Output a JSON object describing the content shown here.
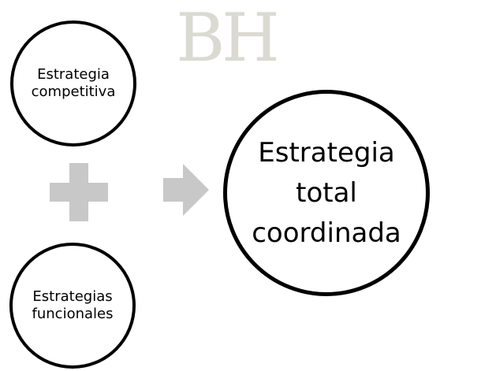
{
  "watermark": {
    "text": "BH"
  },
  "nodes": {
    "competitive": "Estrategia\ncompetitiva",
    "functional": "Estrategias\nfuncionales",
    "total": "Estrategia\ntotal\ncoordinada"
  },
  "icons": {
    "plus": "plus-icon",
    "arrow": "right-arrow-icon"
  },
  "colors": {
    "circle_border": "#000000",
    "shape_fill": "#c8c8c8",
    "watermark": "#d6d6cf"
  }
}
